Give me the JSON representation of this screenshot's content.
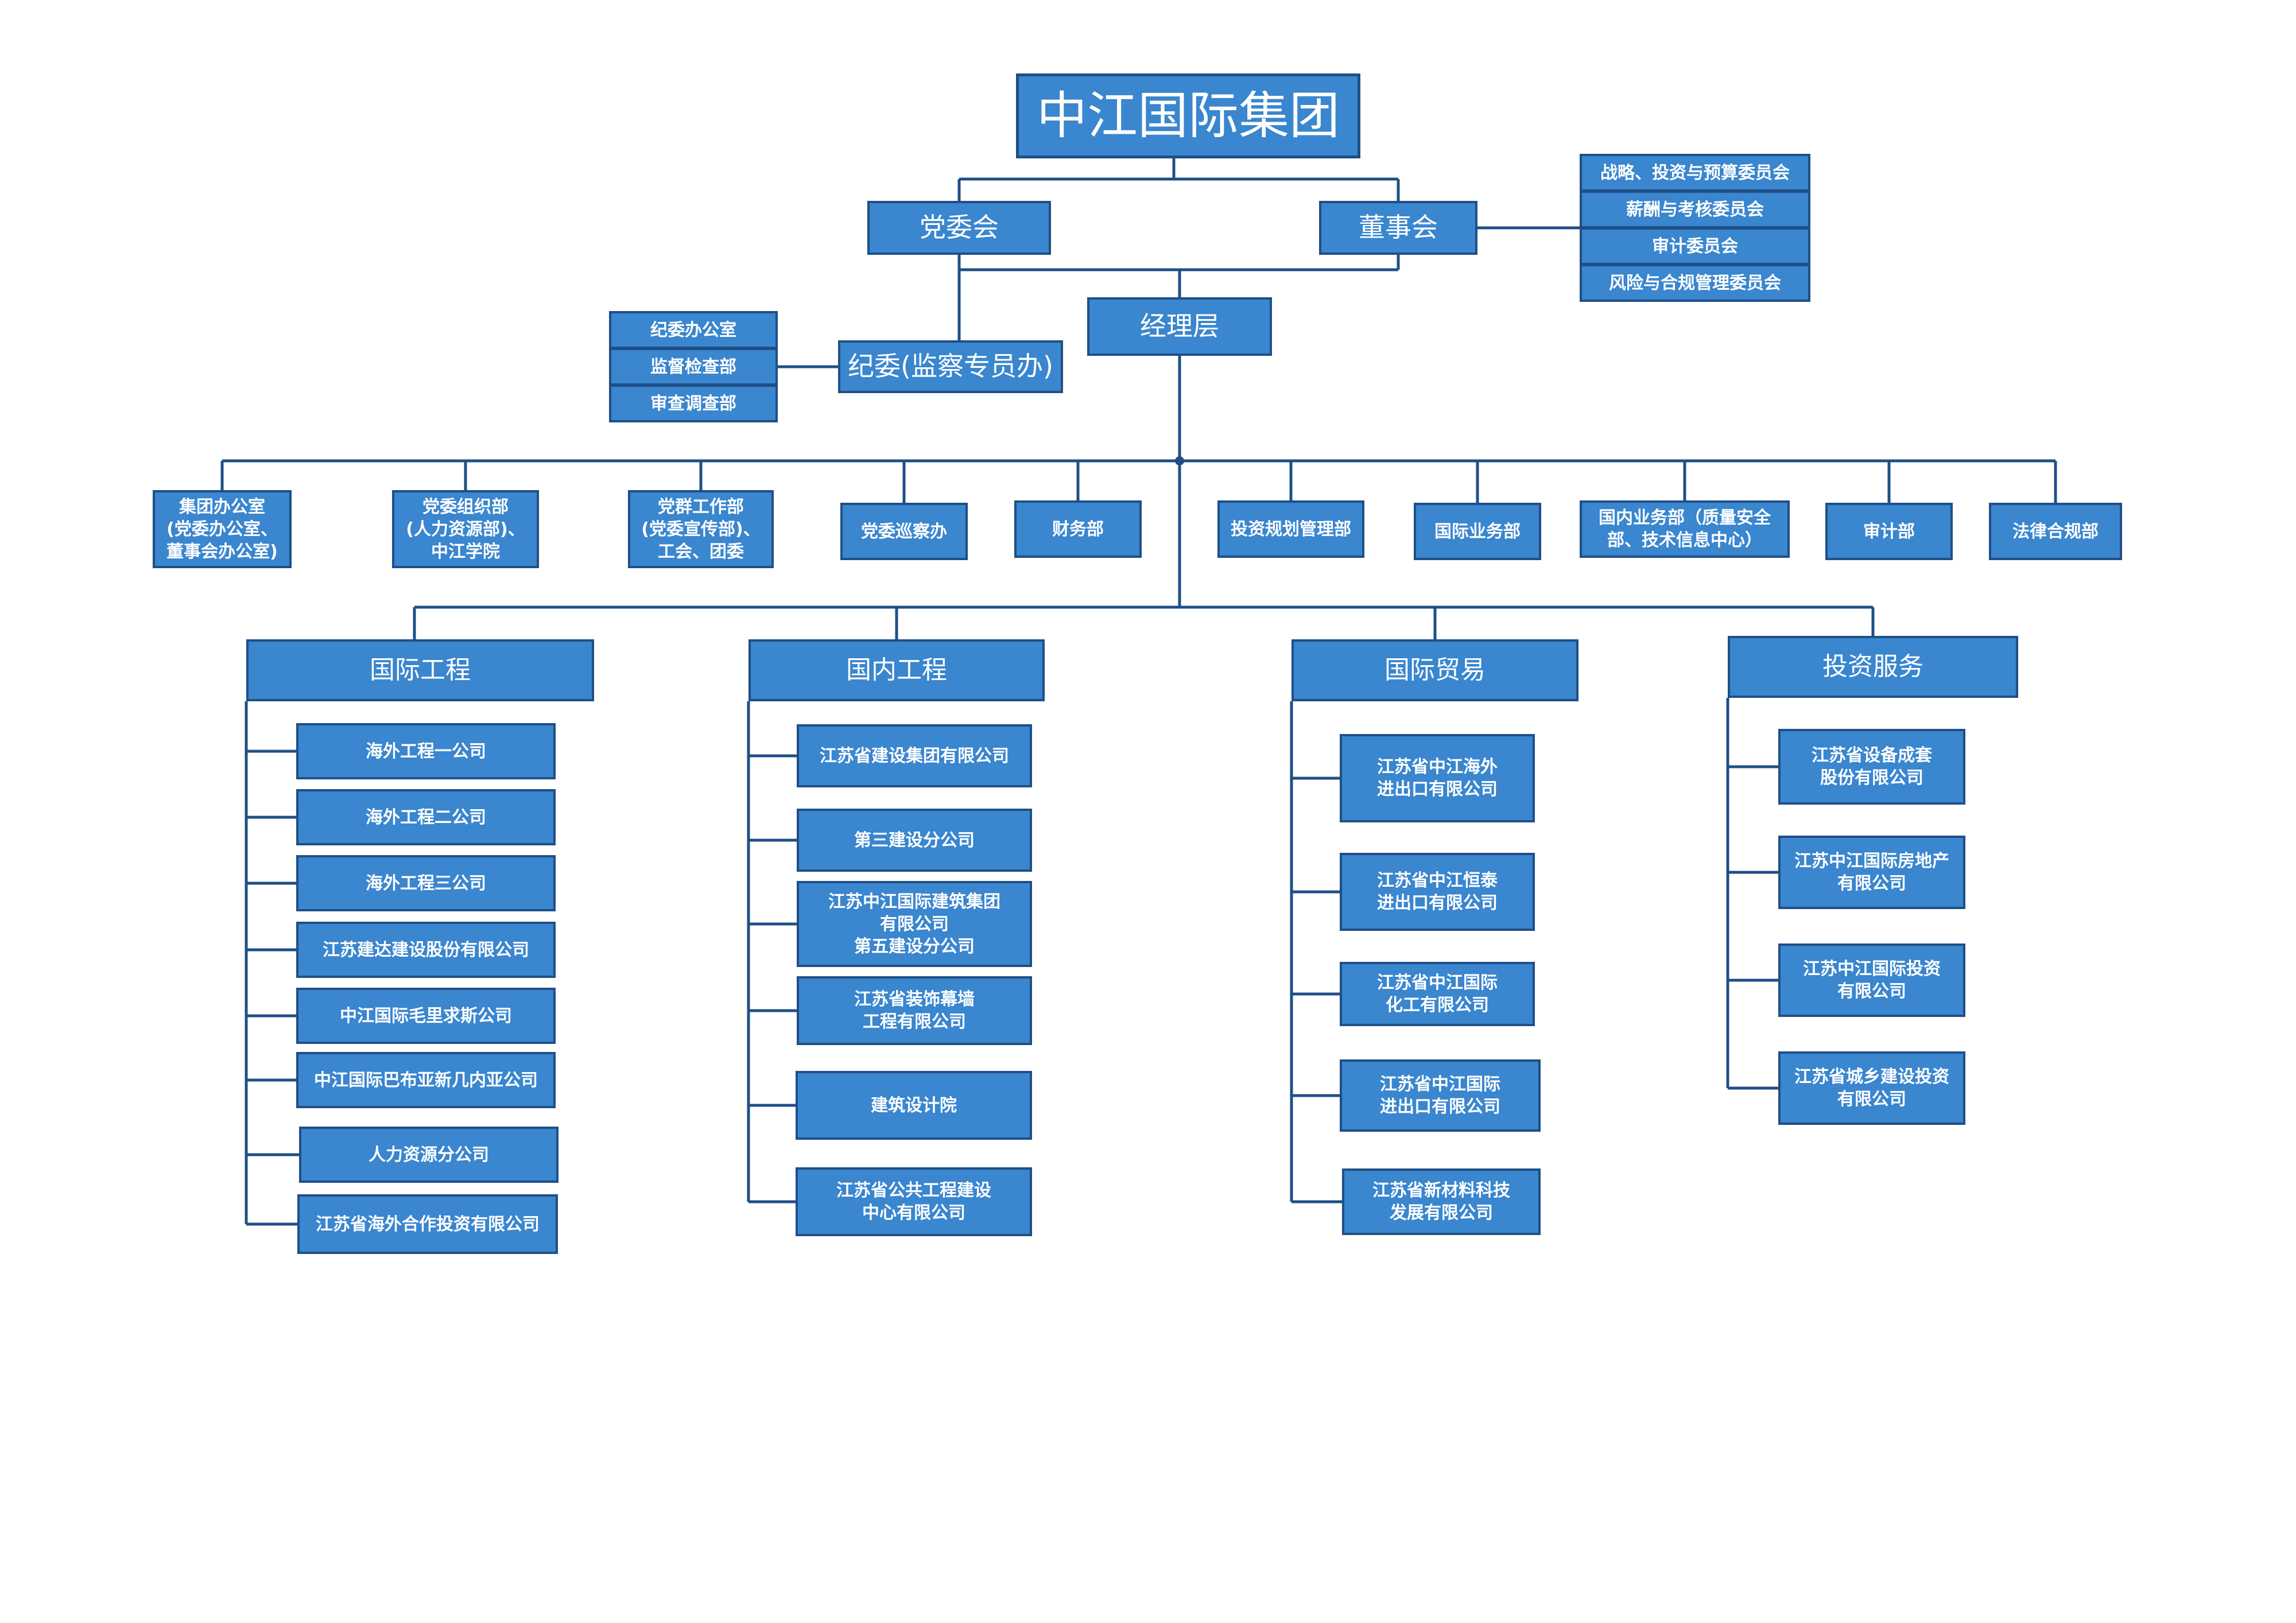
{
  "colors": {
    "box_fill": "#3a86cf",
    "box_border": "#1f4f86",
    "line": "#1f4f86",
    "text": "#ffffff"
  },
  "root": "中江国际集团",
  "party_committee": "党委会",
  "board": "董事会",
  "board_committees": [
    "战略、投资与预算委员会",
    "薪酬与考核委员会",
    "审计委员会",
    "风险与合规管理委员会"
  ],
  "management": "经理层",
  "discipline": "纪委(监察专员办)",
  "discipline_depts": [
    "纪委办公室",
    "监督检查部",
    "审查调查部"
  ],
  "departments": [
    "集团办公室\n(党委办公室、\n董事会办公室)",
    "党委组织部\n(人力资源部)、\n中江学院",
    "党群工作部\n(党委宣传部)、\n工会、团委",
    "党委巡察办",
    "财务部",
    "投资规划管理部",
    "国际业务部",
    "国内业务部（质量安全\n部、技术信息中心）",
    "审计部",
    "法律合规部"
  ],
  "sectors": [
    {
      "name": "国际工程",
      "companies": [
        "海外工程一公司",
        "海外工程二公司",
        "海外工程三公司",
        "江苏建达建设股份有限公司",
        "中江国际毛里求斯公司",
        "中江国际巴布亚新几内亚公司",
        "人力资源分公司",
        "江苏省海外合作投资有限公司"
      ]
    },
    {
      "name": "国内工程",
      "companies": [
        "江苏省建设集团有限公司",
        "第三建设分公司",
        "江苏中江国际建筑集团\n有限公司\n第五建设分公司",
        "江苏省装饰幕墙\n工程有限公司",
        "建筑设计院",
        "江苏省公共工程建设\n中心有限公司"
      ]
    },
    {
      "name": "国际贸易",
      "companies": [
        "江苏省中江海外\n进出口有限公司",
        "江苏省中江恒泰\n进出口有限公司",
        "江苏省中江国际\n化工有限公司",
        "江苏省中江国际\n进出口有限公司",
        "江苏省新材料科技\n发展有限公司"
      ]
    },
    {
      "name": "投资服务",
      "companies": [
        "江苏省设备成套\n股份有限公司",
        "江苏中江国际房地产\n有限公司",
        "江苏中江国际投资\n有限公司",
        "江苏省城乡建设投资\n有限公司"
      ]
    }
  ]
}
